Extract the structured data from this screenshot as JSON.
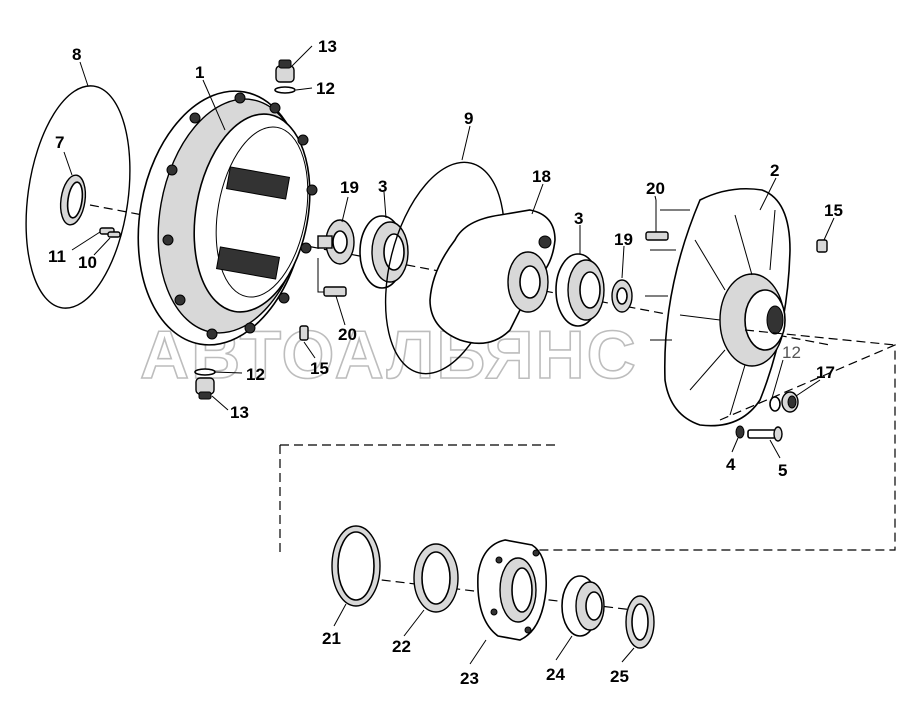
{
  "diagram": {
    "watermark": "АВТОАЛЬЯНС",
    "labels": {
      "p1": "1",
      "p2": "2",
      "p3a": "3",
      "p3b": "3",
      "p4": "4",
      "p5": "5",
      "p7": "7",
      "p8": "8",
      "p9": "9",
      "p10": "10",
      "p11": "11",
      "p12a": "12",
      "p12b": "12",
      "p12c": "12",
      "p13a": "13",
      "p13b": "13",
      "p15a": "15",
      "p15b": "15",
      "p17": "17",
      "p18": "18",
      "p19a": "19",
      "p19b": "19",
      "p20a": "20",
      "p20b": "20",
      "p21": "21",
      "p22": "22",
      "p23": "23",
      "p24": "24",
      "p25": "25"
    }
  }
}
